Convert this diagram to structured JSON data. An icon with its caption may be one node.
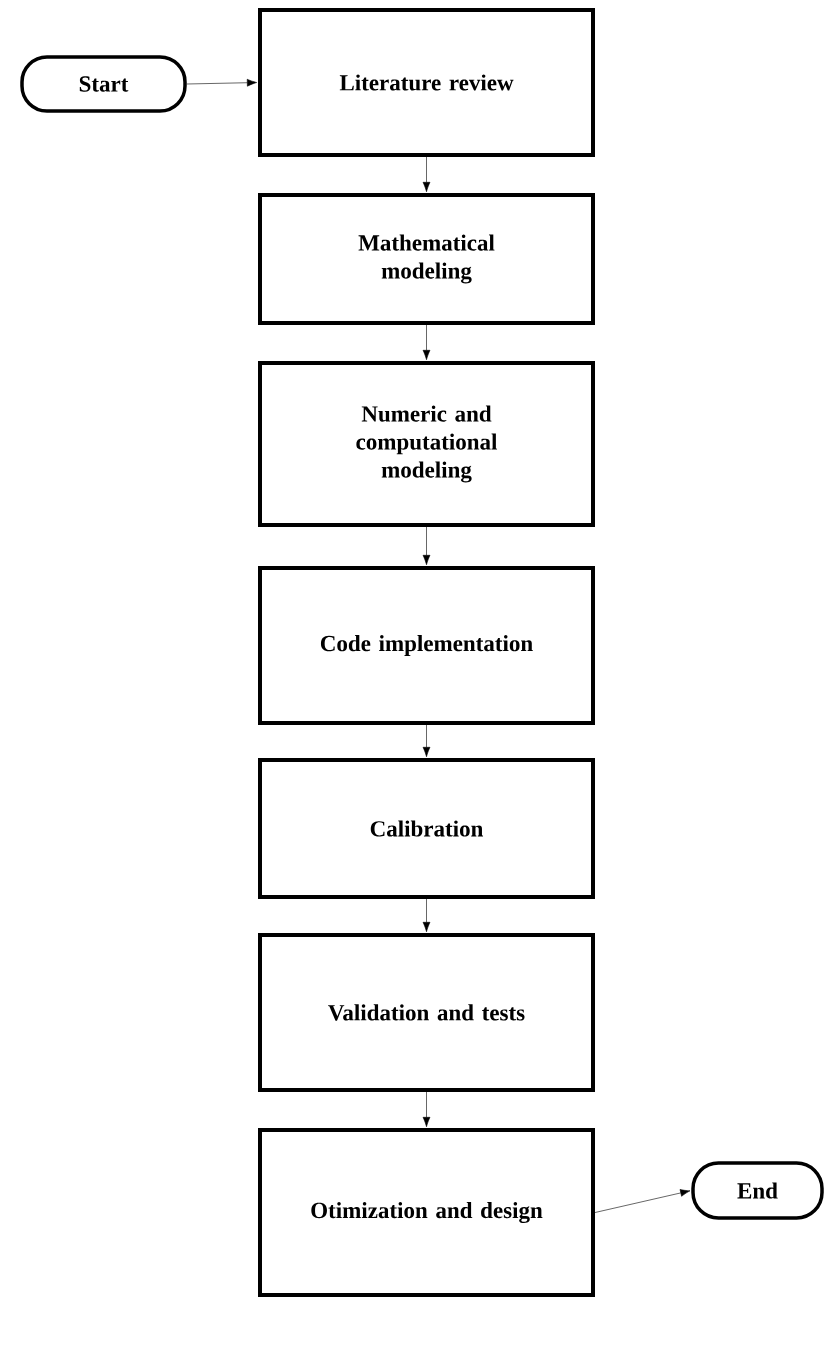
{
  "diagram": {
    "nodes": [
      {
        "text": [
          "Start"
        ]
      },
      {
        "text": [
          "Literature review"
        ]
      },
      {
        "text": [
          "Mathematical modeling"
        ]
      },
      {
        "text": [
          "Numeric and computational modeling"
        ]
      },
      {
        "text": [
          "Code implementation"
        ]
      },
      {
        "text": [
          "Calibration"
        ]
      },
      {
        "text": [
          "Validation and tests"
        ]
      },
      {
        "text": [
          "Otimization and design"
        ]
      },
      {
        "text": [
          "End"
        ]
      }
    ],
    "edges": [
      {
        "from": 0,
        "to": 1,
        "arrow": "to"
      },
      {
        "from": 1,
        "to": 2,
        "arrow": "to"
      },
      {
        "from": 2,
        "to": 3,
        "arrow": "to"
      },
      {
        "from": 3,
        "to": 4,
        "arrow": "to"
      },
      {
        "from": 4,
        "to": 5,
        "arrow": "to"
      },
      {
        "from": 5,
        "to": 6,
        "arrow": "to"
      },
      {
        "from": 6,
        "to": 7,
        "arrow": "to"
      },
      {
        "from": 7,
        "to": 8,
        "arrow": "to"
      }
    ]
  }
}
